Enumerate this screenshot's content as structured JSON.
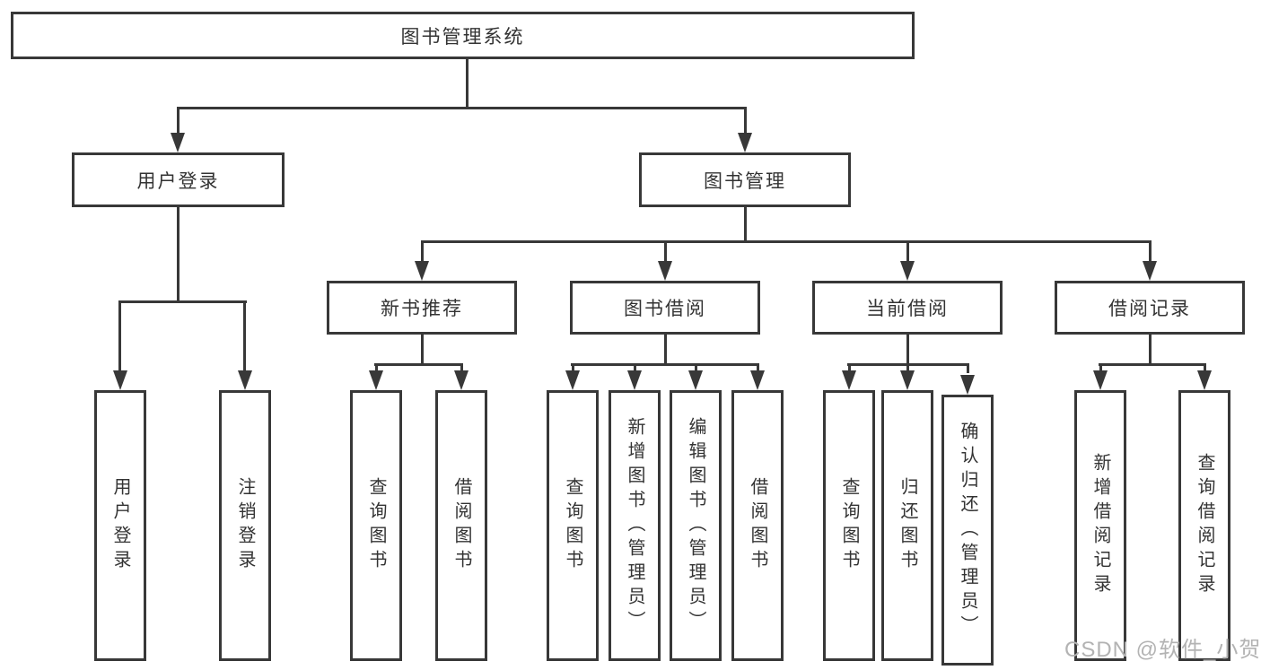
{
  "diagram": {
    "title": "图书管理系统",
    "nodes": {
      "root": "图书管理系统",
      "user_login": "用户登录",
      "book_management": "图书管理",
      "new_book_recommend": "新书推荐",
      "book_borrowing": "图书借阅",
      "current_borrowing": "当前借阅",
      "borrowing_records": "借阅记录",
      "user_login_leaf": "用户登录",
      "logout_leaf": "注销登录",
      "query_books_recommend": "查询图书",
      "borrow_books_recommend": "借阅图书",
      "query_books_borrowing": "查询图书",
      "add_books_admin": "新增图书（管理员）",
      "edit_books_admin": "编辑图书（管理员）",
      "borrow_books_borrowing": "借阅图书",
      "query_books_current": "查询图书",
      "return_books": "归还图书",
      "confirm_return_admin": "确认归还（管理员）",
      "add_borrow_record": "新增借阅记录",
      "query_borrow_record": "查询借阅记录"
    },
    "watermark": "CSDN @软件_小贺同学",
    "colors": {
      "line": "#383838",
      "border": "#383838",
      "text": "#333333",
      "watermark": "#b3b3b3",
      "background": "#ffffff"
    }
  }
}
